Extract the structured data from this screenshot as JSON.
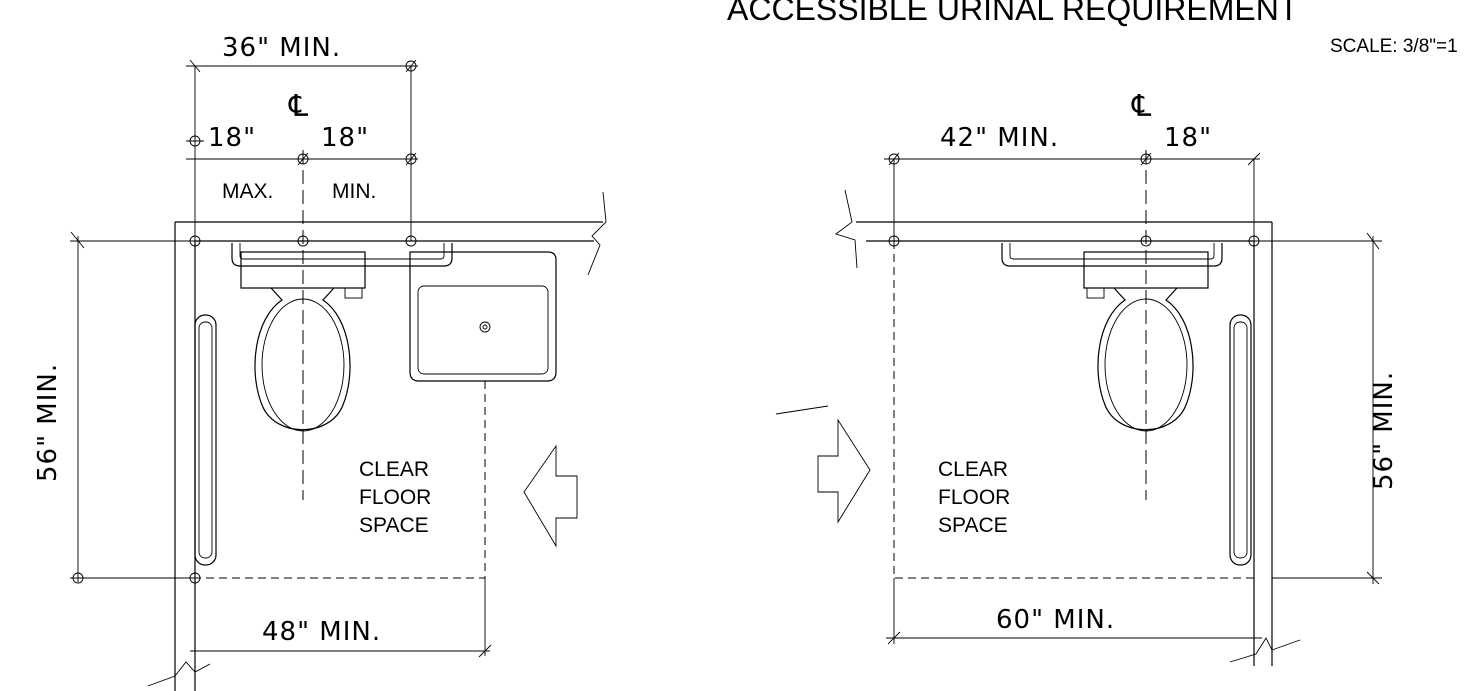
{
  "title": "ACCESSIBLE URINAL REQUIREMENT",
  "scale": "SCALE: 3/8\"=1",
  "centerline_symbol": "℄",
  "left_plan": {
    "width_dim": "36\" MIN.",
    "left_offset": "18\"",
    "right_offset": "18\"",
    "max_label": "MAX.",
    "min_label": "MIN.",
    "depth_dim": "56\" MIN.",
    "floor_dim": "48\" MIN.",
    "clear_floor": [
      "CLEAR",
      "FLOOR",
      "SPACE"
    ]
  },
  "right_plan": {
    "width_dim": "42\" MIN.",
    "offset": "18\"",
    "depth_dim": "56\" MIN.",
    "floor_dim": "60\" MIN.",
    "clear_floor": [
      "CLEAR",
      "FLOOR",
      "SPACE"
    ]
  }
}
